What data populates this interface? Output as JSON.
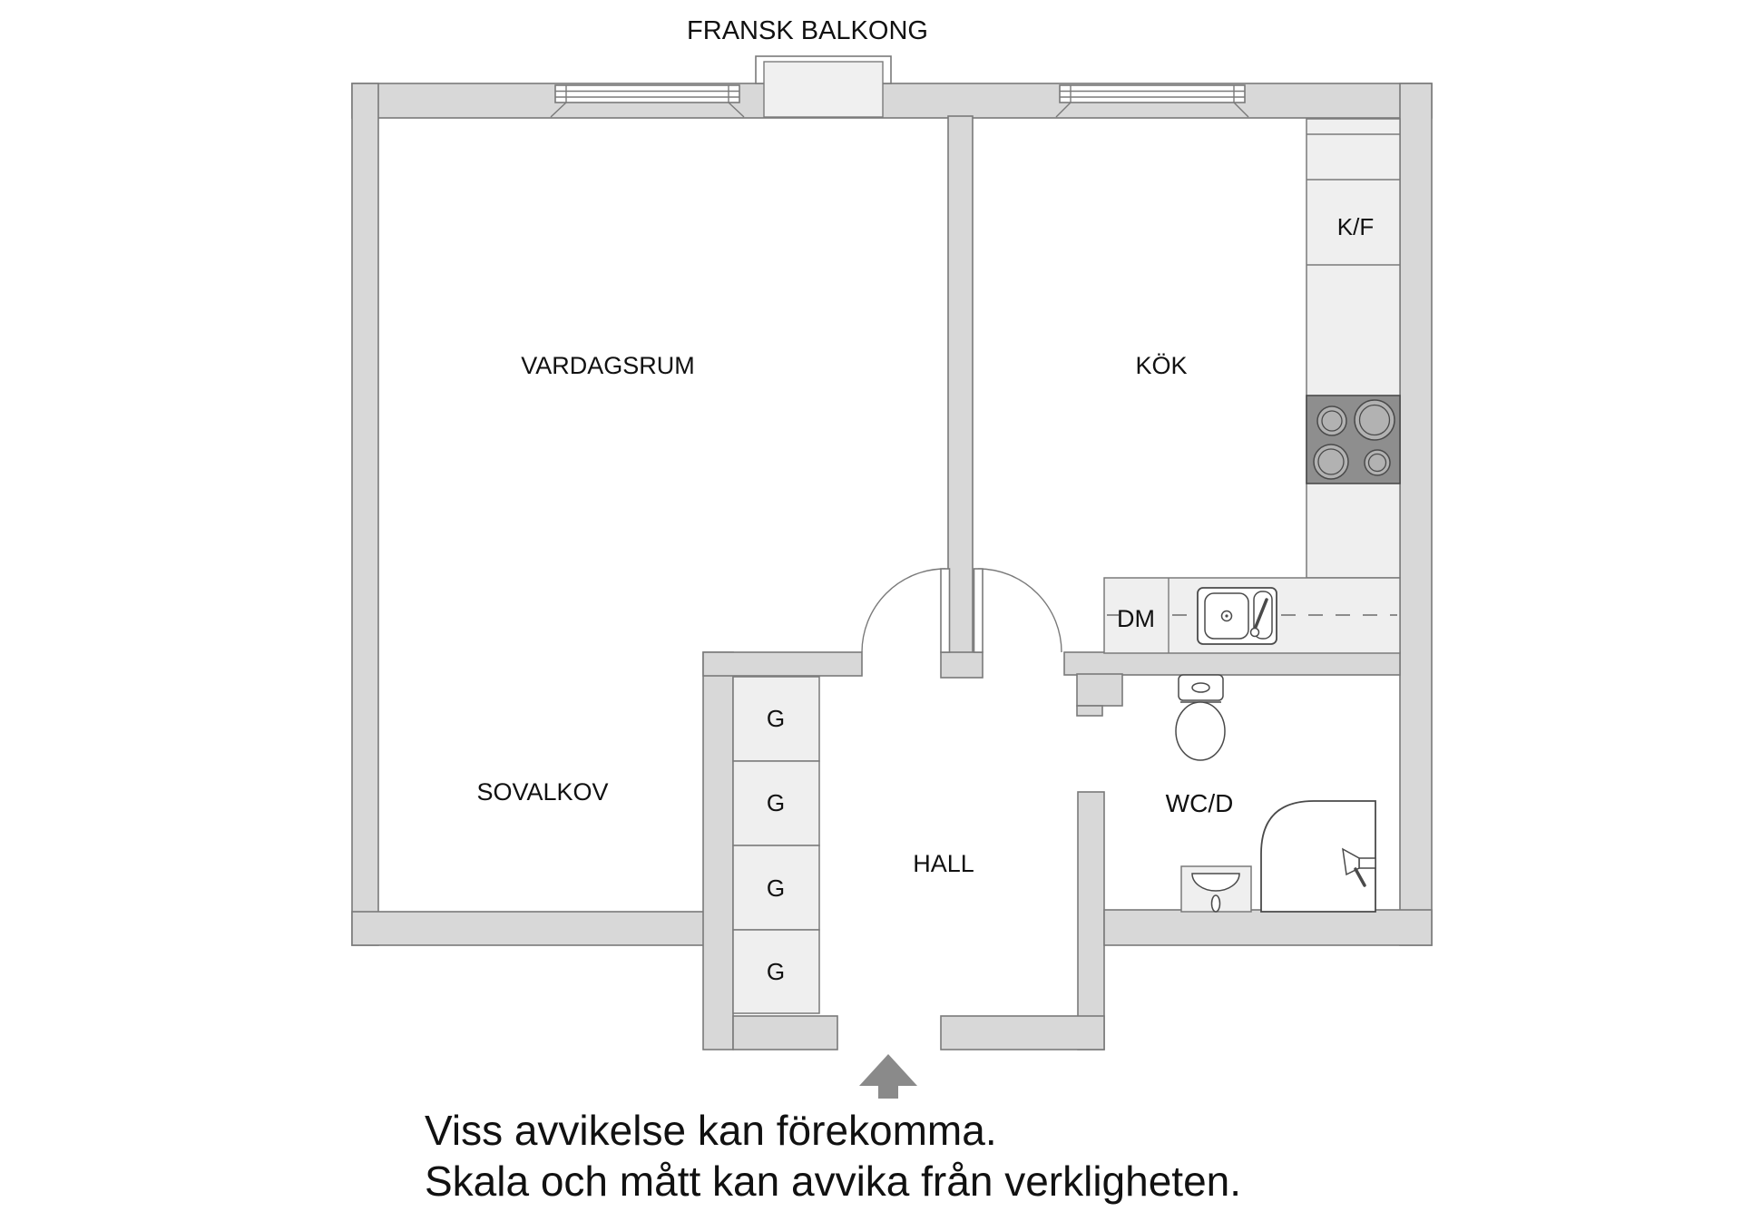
{
  "plan": {
    "balcony_label": "FRANSK BALKONG",
    "rooms": {
      "living": "VARDAGSRUM",
      "kitchen": "KÖK",
      "alcove": "SOVALKOV",
      "hall": "HALL",
      "wc": "WC/D"
    },
    "fixtures": {
      "fridge_freezer": "K/F",
      "dishwasher": "DM",
      "wardrobe": "G"
    },
    "disclaimer": {
      "line1": "Viss avvikelse kan förekomma.",
      "line2": "Skala och mått kan avvika från verkligheten."
    },
    "colors": {
      "wall_fill": "#d8d8d8",
      "wall_stroke": "#7a7a7a",
      "fixture_fill": "#efefef",
      "detail_stroke": "#4a4a4a",
      "stove_fill": "#8e8e8e",
      "burner_fill": "#b2b2b2",
      "arrow_fill": "#8a8a8a",
      "text_color": "#111111",
      "background": "#ffffff"
    }
  }
}
